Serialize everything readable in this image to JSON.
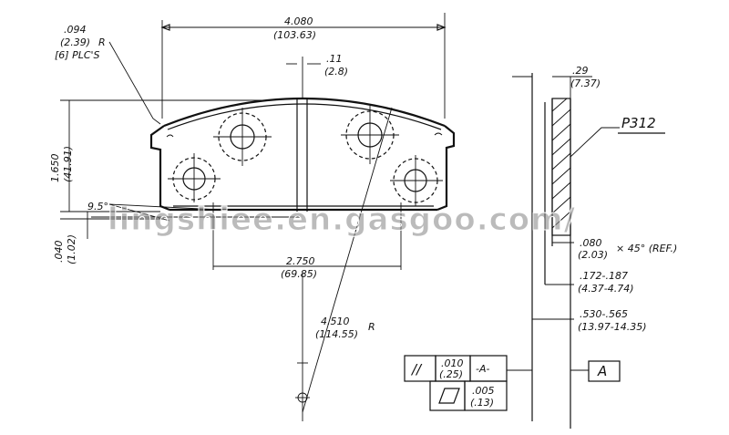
{
  "dimensions": {
    "overall_width": "4.080",
    "overall_width_mm": "(103.63)",
    "corner_radius": ".094",
    "corner_radius_mm": "(2.39)",
    "corner_radius_r": "R",
    "corner_places": "[6] PLC'S",
    "slot_width": ".11",
    "slot_width_mm": "(2.8)",
    "height": "1.650",
    "height_mm": "(41.91)",
    "angle": "9.5°",
    "offset": ".040",
    "offset_mm": "(1.02)",
    "hole_spacing": "2.750",
    "hole_spacing_mm": "(69.85)",
    "arc_radius": "4.510",
    "arc_radius_mm": "(114.55)",
    "arc_radius_r": "R",
    "lining_thickness": ".29",
    "lining_thickness_mm": "(7.37)",
    "chamfer": ".080",
    "chamfer_mm": "(2.03)",
    "chamfer_angle": "× 45° (REF.)",
    "backing_thickness": ".172-.187",
    "backing_thickness_mm": "(4.37-4.74)",
    "total_thickness": ".530-.565",
    "total_thickness_mm": "(13.97-14.35)"
  },
  "part_number": "P312",
  "tolerance": {
    "parallel_symbol": "//",
    "parallel_value": ".010",
    "parallel_value_mm": "(.25)",
    "datum_ref": "-A-",
    "flatness_value": ".005",
    "flatness_value_mm": "(.13)",
    "datum_label": "A"
  },
  "watermark": "lingshiee.en.gasgoo.com/"
}
